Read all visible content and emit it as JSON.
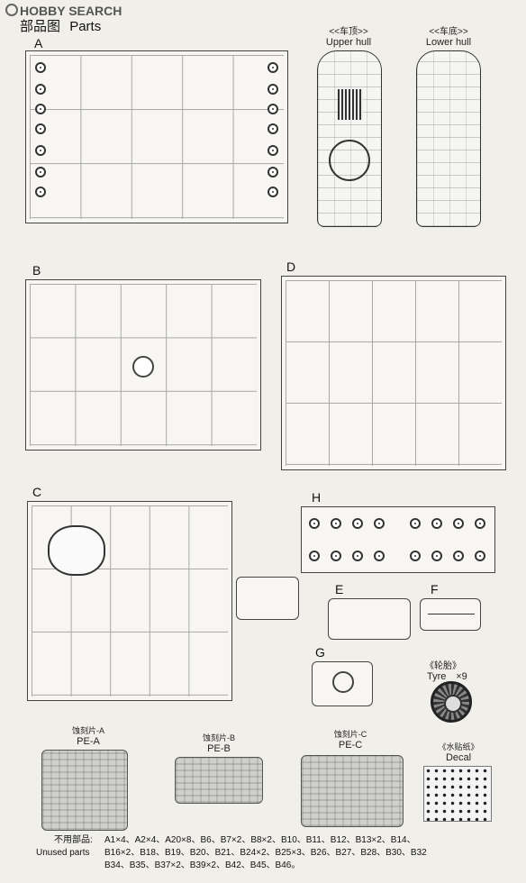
{
  "header": {
    "logo_text": "HOBBY SEARCH",
    "title_cn": "部品图",
    "title_en": "Parts"
  },
  "sections": {
    "A": "A",
    "B": "B",
    "C": "C",
    "D": "D",
    "E": "E",
    "F": "F",
    "G": "G",
    "H": "H"
  },
  "hulls": {
    "upper_cn": "<<车顶>>",
    "upper_en": "Upper hull",
    "lower_cn": "<<车底>>",
    "lower_en": "Lower hull"
  },
  "tyre": {
    "cn": "《轮胎》",
    "en": "Tyre",
    "qty": "×9"
  },
  "photo_etch": {
    "pea_cn": "蚀刻片-A",
    "pea_en": "PE-A",
    "peb_cn": "蚀刻片-B",
    "peb_en": "PE-B",
    "pec_cn": "蚀刻片-C",
    "pec_en": "PE-C"
  },
  "decal": {
    "cn": "《水贴纸》",
    "en": "Decal"
  },
  "unused": {
    "label_cn": "不用部品:",
    "label_en": "Unused parts",
    "line1": "A1×4、A2×4、A20×8、B6、B7×2、B8×2、B10、B11、B12、B13×2、B14、",
    "line2": "B16×2、B18、B19、B20、B21、B24×2、B25×3、B26、B27、B28、B30、B32",
    "line3": "B34、B35、B37×2、B39×2、B42、B45、B46。"
  }
}
